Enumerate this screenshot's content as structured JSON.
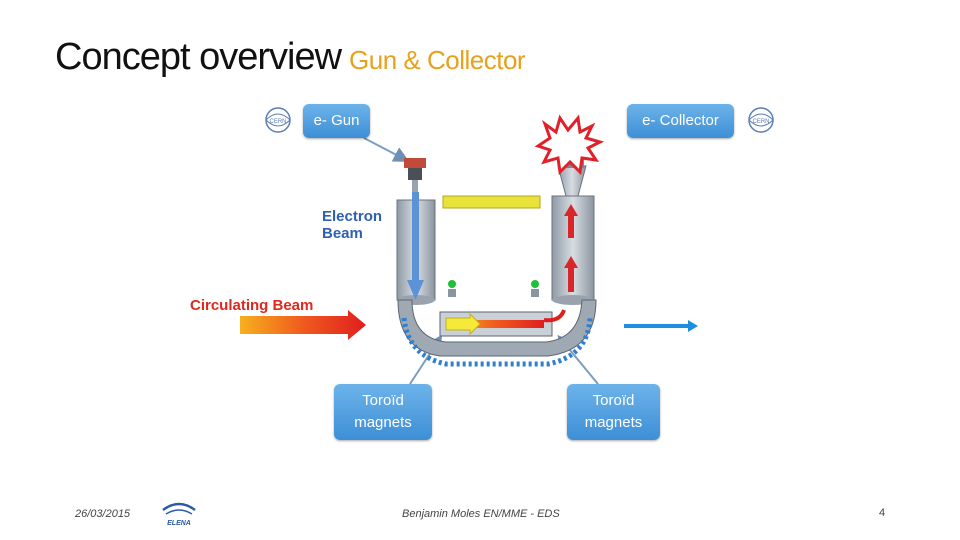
{
  "title": {
    "main": "Concept overview",
    "sub": "Gun & Collector"
  },
  "callouts": {
    "gun": "e- Gun",
    "collector": "e- Collector",
    "toroid_left": "Toroïd magnets",
    "toroid_right": "Toroïd magnets"
  },
  "beams": {
    "electron": "Electron Beam",
    "circulating": "Circulating Beam"
  },
  "colors": {
    "title_sub": "#e8a11a",
    "callout": "#4a9be0",
    "electron_label": "#2f5fb0",
    "circulating_label": "#e0281c",
    "outgoing_arrow": "#1e8fde"
  },
  "logos": {
    "cern": "CERN",
    "elena": "ELENA"
  },
  "footer": {
    "date": "26/03/2015",
    "author": "Benjamin Moles EN/MME - EDS",
    "page": "4"
  }
}
